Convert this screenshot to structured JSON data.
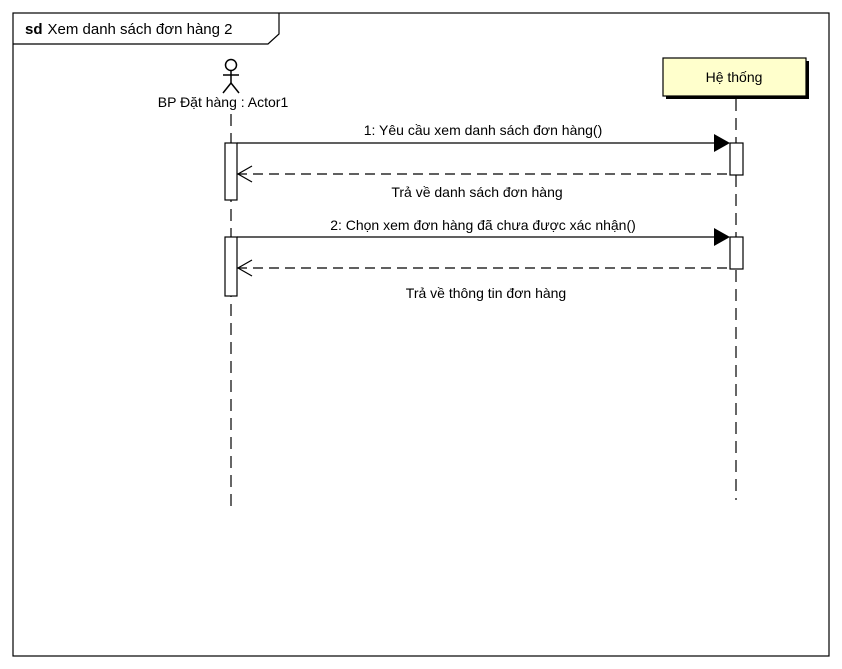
{
  "frame": {
    "keyword": "sd",
    "title": "Xem danh sách đơn hàng 2"
  },
  "participants": [
    {
      "id": "actor",
      "kind": "actor",
      "label": "BP Đặt hàng : Actor1"
    },
    {
      "id": "system",
      "kind": "object",
      "label": "Hệ thống",
      "fill_color": "#ffffcc"
    }
  ],
  "messages": [
    {
      "label": "1: Yêu cầu xem danh sách đơn hàng()",
      "type": "sync",
      "from": "actor",
      "to": "system"
    },
    {
      "label": "Trả về danh sách đơn hàng",
      "type": "reply",
      "from": "system",
      "to": "actor"
    },
    {
      "label": "2: Chọn xem đơn hàng đã chưa được xác nhận()",
      "type": "sync",
      "from": "actor",
      "to": "system"
    },
    {
      "label": "Trả về thông tin đơn hàng",
      "type": "reply",
      "from": "system",
      "to": "actor"
    }
  ]
}
